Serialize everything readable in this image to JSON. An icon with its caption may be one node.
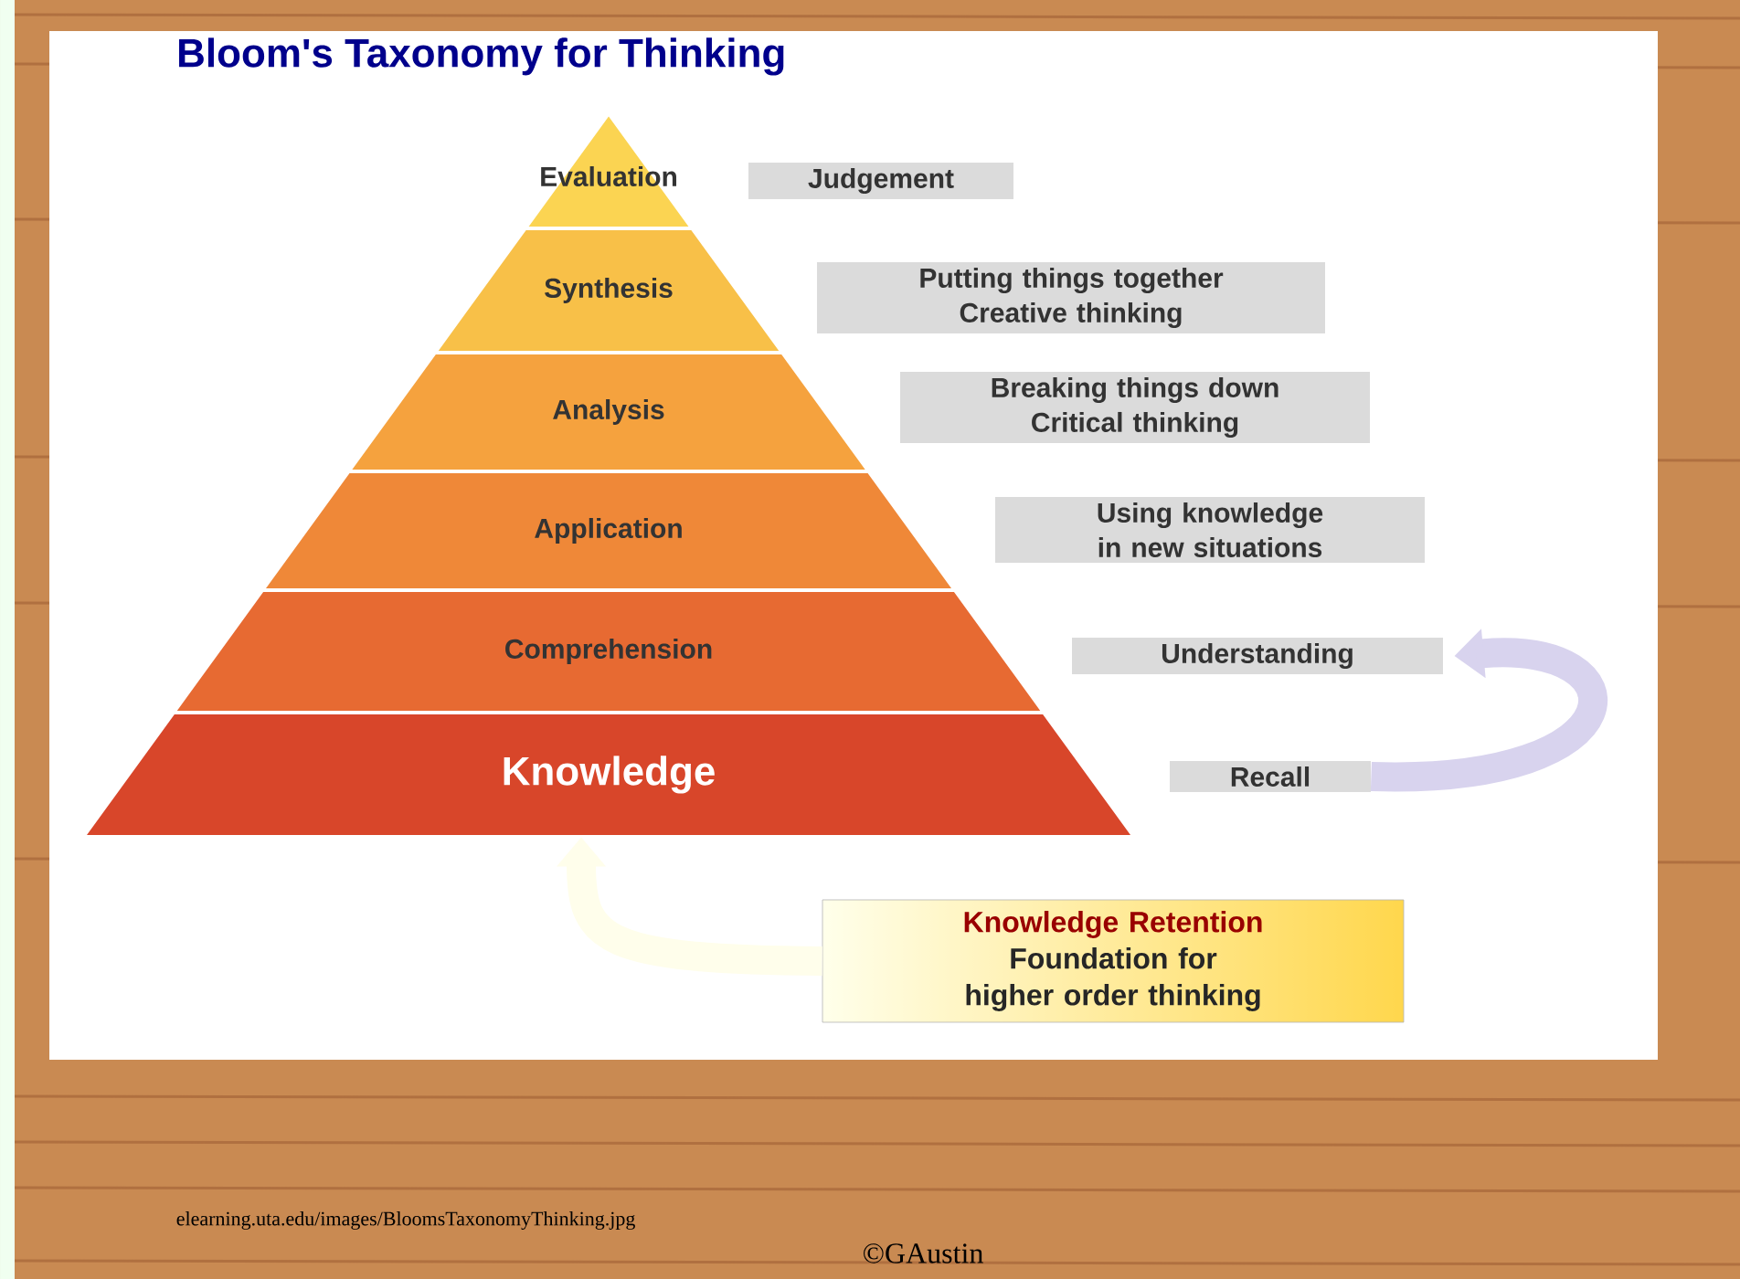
{
  "diagram": {
    "title": "Bloom's Taxonomy for Thinking",
    "nodes": [
      {
        "text": [
          "Evaluation"
        ]
      },
      {
        "text": [
          "Synthesis"
        ]
      },
      {
        "text": [
          "Analysis"
        ]
      },
      {
        "text": [
          "Application"
        ]
      },
      {
        "text": [
          "Comprehension"
        ]
      },
      {
        "text": [
          "Knowledge"
        ]
      },
      {
        "text": [
          "Judgement"
        ]
      },
      {
        "text": [
          "Putting things together Creative thinking"
        ]
      },
      {
        "text": [
          "Breaking things down Critical thinking"
        ]
      },
      {
        "text": [
          "Using knowledge in new situations"
        ]
      },
      {
        "text": [
          "Understanding"
        ]
      },
      {
        "text": [
          "Recall"
        ]
      },
      {
        "text": [
          "Knowledge Retention",
          "Foundation for higher order thinking"
        ]
      }
    ],
    "edges": [
      {
        "from": 11,
        "to": 10,
        "arrow": "to"
      },
      {
        "from": 12,
        "to": 5,
        "arrow": "to"
      }
    ],
    "labels": [
      "elearning.uta.edu/images/BloomsTaxonomyThinking.jpg",
      "©GAustin"
    ]
  }
}
